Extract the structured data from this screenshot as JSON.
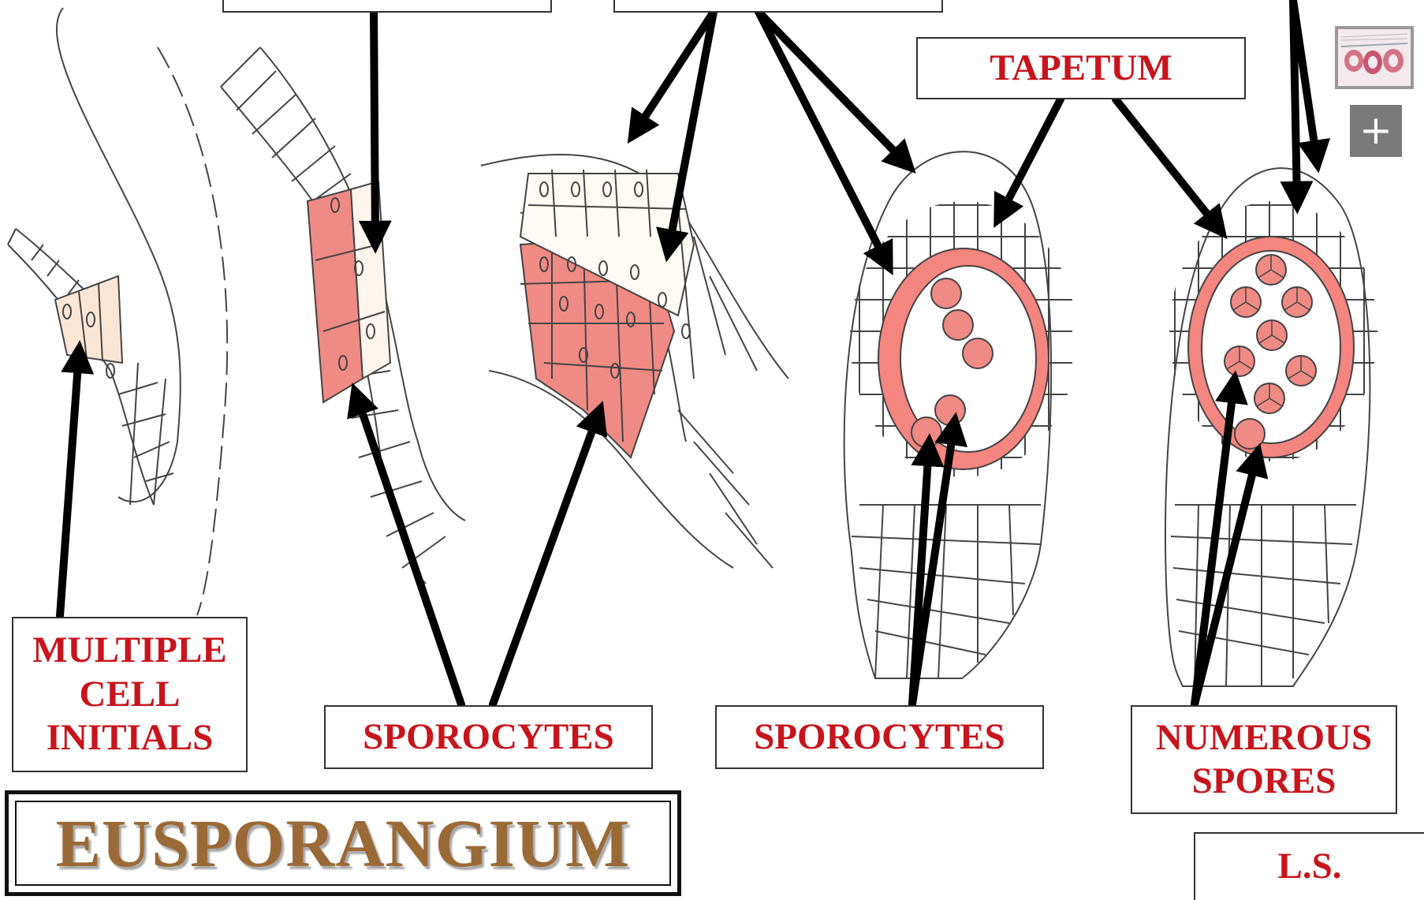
{
  "title": "EUSPORANGIUM",
  "labels": {
    "tapetum": "TAPETUM",
    "multiple_cell_initials": [
      "MULTIPLE",
      "CELL",
      "INITIALS"
    ],
    "sporocytes_left": "SPOROCYTES",
    "sporocytes_right": "SPOROCYTES",
    "numerous_spores": [
      "NUMEROUS",
      "SPORES"
    ],
    "ls": "L.S."
  },
  "controls": {
    "zoom_label": "+"
  },
  "colors": {
    "label_text": "#c8141c",
    "title_text": "#9a6a36",
    "sporogenous_tissue": "#f08a84",
    "tapetum_fill": "#f4857f",
    "initial_cells": "#fbe6d6",
    "cell_outline": "#444444",
    "arrow": "#000000"
  },
  "icons": [
    "thumbnail-image-icon",
    "plus-icon"
  ]
}
